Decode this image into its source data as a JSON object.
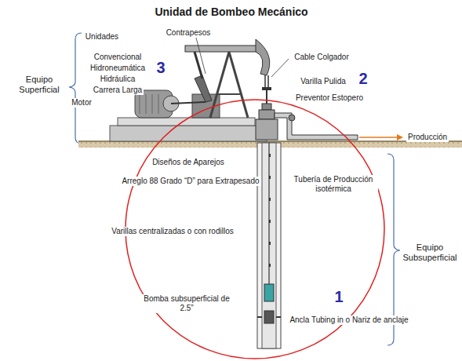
{
  "diagram": {
    "title": "Unidad de Bombeo Mecánico",
    "labels": [
      "Unidades",
      "Convencional",
      "Hidroneumática",
      "Hidráulica",
      "Carrera Larga",
      "Motor",
      "Contrapesos",
      "3",
      "Cable Colgador",
      "Varilla Pulida",
      "2",
      "Preventor Estopero",
      "Producción",
      "Equipo Superficial",
      "Diseños de Aparejos",
      "Arreglo 88 Grado “D” para Extrapesado",
      "Tubería de Producción isotérmica",
      "Varillas centralizadas o con rodillos",
      "Bomba subsuperficial de 2.5”",
      "1",
      "Ancla Tubing in o Nariz de anclaje",
      "Equipo Subsuperficial"
    ]
  }
}
